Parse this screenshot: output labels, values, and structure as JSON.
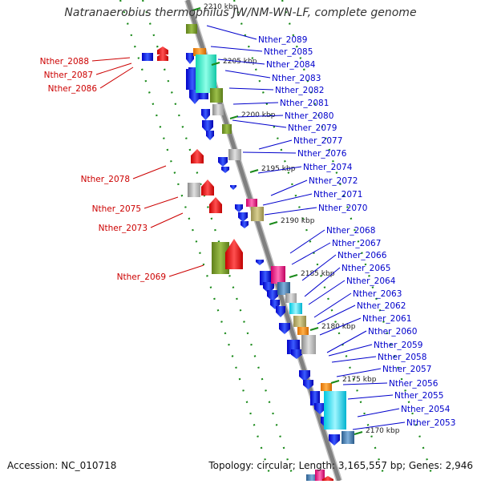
{
  "title": "Natranaerobius thermophilus JW/NM-WN-LF, complete genome",
  "footer": {
    "accession": "Accession: NC_010718",
    "stats": "Topology: circular; Length: 3,165,557 bp; Genes: 2,946"
  },
  "colors": {
    "backbone": "#8a8a8a",
    "right_label": "#0000cc",
    "left_label": "#cc0000",
    "scale_dots": "#1a8a1a",
    "reverse_gene": "#ff0000",
    "forward_gene": "#0000ee"
  },
  "scale_labels": [
    "2210 kbp",
    "2205 kbp",
    "2200 kbp",
    "2195 kbp",
    "2190 kbp",
    "2185 kbp",
    "2180 kbp",
    "2175 kbp",
    "2170 kbp"
  ],
  "right_genes": [
    "Nther_2089",
    "Nther_2085",
    "Nther_2084",
    "Nther_2083",
    "Nther_2082",
    "Nther_2081",
    "Nther_2080",
    "Nther_2079",
    "Nther_2077",
    "Nther_2076",
    "Nther_2074",
    "Nther_2072",
    "Nther_2071",
    "Nther_2070",
    "Nther_2068",
    "Nther_2067",
    "Nther_2066",
    "Nther_2065",
    "Nther_2064",
    "Nther_2063",
    "Nther_2062",
    "Nther_2061",
    "Nther_2060",
    "Nther_2059",
    "Nther_2058",
    "Nther_2057",
    "Nther_2056",
    "Nther_2055",
    "Nther_2054",
    "Nther_2053"
  ],
  "left_genes": [
    "Nther_2088",
    "Nther_2087",
    "Nther_2086",
    "Nther_2078",
    "Nther_2075",
    "Nther_2073",
    "Nther_2069"
  ]
}
